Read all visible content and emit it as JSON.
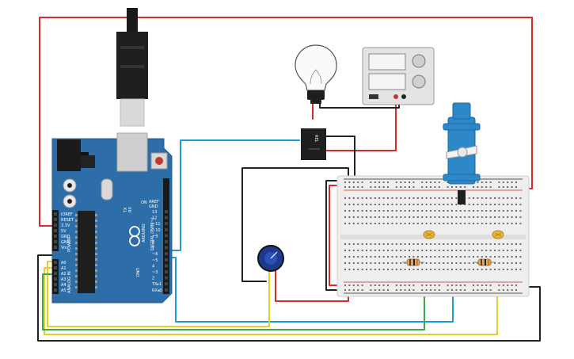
{
  "arduino": {
    "brand": "ARDUINO",
    "model": "UNO",
    "labels": {
      "digital": "DIGITAL (PWM~)",
      "analog_in": "ANALOG IN",
      "power": "POWER",
      "aref": "AREF",
      "gnd": "GND",
      "tx": "TX",
      "rx": "RX",
      "on": "ON"
    },
    "digital_pins": [
      "13",
      "12",
      "~11",
      "~10",
      "~9",
      "8",
      "7",
      "~6",
      "~5",
      "4",
      "~3",
      "2",
      "TX▸1",
      "RX◂0"
    ],
    "analog_pins": [
      "A0",
      "A1",
      "A2",
      "A3",
      "A4",
      "A5"
    ],
    "power_pins": [
      "IOREF",
      "RESET",
      "3.3V",
      "5V",
      "GND",
      "GND",
      "Vin"
    ]
  },
  "relay_label": "REL",
  "colors": {
    "board": "#2d6ea8",
    "wire_red": "#d62b2b",
    "wire_black": "#222222",
    "wire_blue": "#1e9ad6",
    "wire_yellow": "#e6cf22",
    "wire_green": "#3aa84a",
    "servo_blue": "#2c88c9",
    "breadboard": "#eeeeee"
  },
  "icons": [
    "usb-plug-icon",
    "light-bulb-icon",
    "power-supply-icon",
    "relay-icon",
    "servo-icon",
    "potentiometer-icon",
    "photoresistor-icon",
    "resistor-icon"
  ]
}
